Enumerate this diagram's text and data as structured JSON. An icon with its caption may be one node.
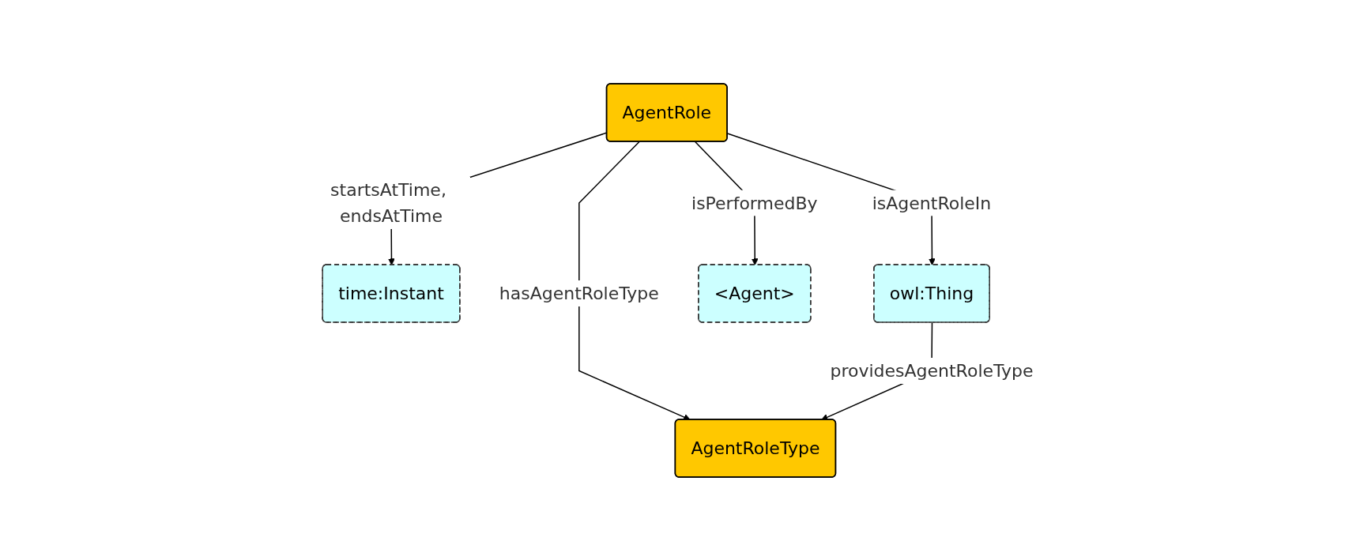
{
  "diagram": {
    "nodes": [
      {
        "text": [
          "AgentRoleType"
        ]
      },
      {
        "text": [
          "time:Instant"
        ]
      },
      {
        "text": [
          "AgentRole"
        ]
      },
      {
        "text": [
          "owl:Thing"
        ]
      },
      {
        "text": [
          "<Agent>"
        ]
      }
    ],
    "edges": [
      {
        "from": 2,
        "to": 0,
        "arrow": "to",
        "label": "hasAgentRoleType"
      },
      {
        "from": 2,
        "to": 1,
        "arrow": "to",
        "label": "startsAtTime, endsAtTime"
      },
      {
        "from": 3,
        "to": 0,
        "arrow": "to",
        "label": "providesAgentRoleType"
      },
      {
        "from": 2,
        "to": 3,
        "arrow": "to",
        "label": "isAgentRoleIn"
      },
      {
        "from": 2,
        "to": 4,
        "arrow": "to",
        "label": "isPerformedBy"
      }
    ]
  }
}
